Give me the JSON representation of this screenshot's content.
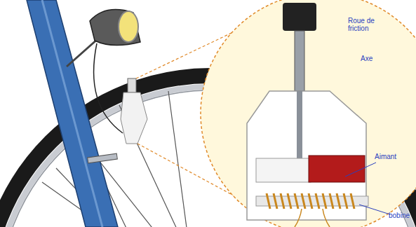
{
  "diagram": {
    "labels": [
      "Roue de friction",
      "Axe",
      "Aimant",
      "bobine"
    ]
  }
}
